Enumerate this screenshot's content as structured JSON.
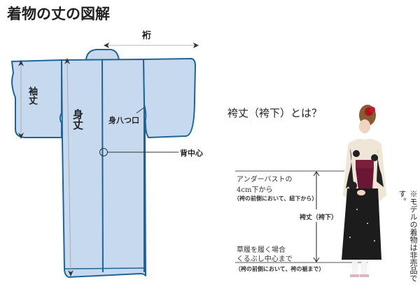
{
  "title": "着物の丈の図解",
  "kimono_diagram": {
    "labels": {
      "yuki": "裄",
      "sode_take": "袖丈",
      "mi_take": "身丈",
      "mi_yatsukuchi": "身八つ口",
      "se_chushin": "背中心"
    },
    "colors": {
      "fill": "#c6d9ef",
      "outline": "#1f6496",
      "arrow": "#333333",
      "guide": "#aaaaaa"
    }
  },
  "hakama_section": {
    "heading": "袴丈（袴下）とは？",
    "top_note": {
      "line1": "アンダーバストの",
      "line2": "4cm下から",
      "line3": "（袴の前側において、紐下から）"
    },
    "measure_label": "袴丈（袴下）",
    "bottom_note": {
      "line1": "草履を履く場合",
      "line2": "くるぶし中心まで",
      "line3": "（袴の前側において、袴の裾まで）"
    },
    "model_note": "※モデルの着物は非売品です。"
  }
}
